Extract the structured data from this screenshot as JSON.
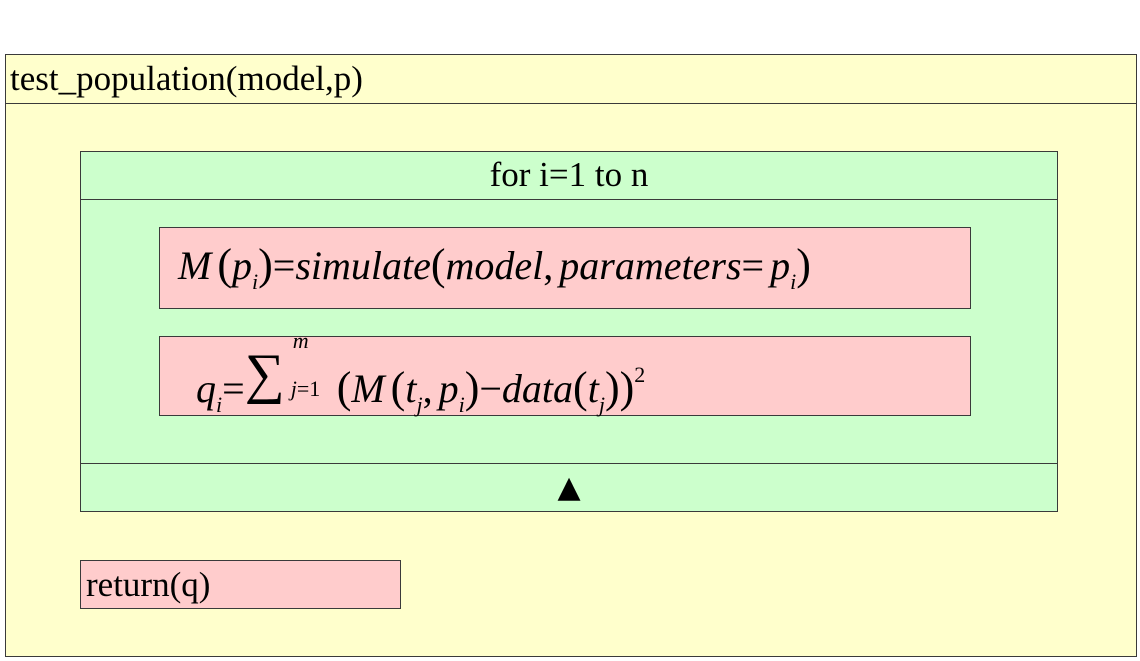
{
  "function": {
    "title": "test_population(model,p)"
  },
  "loop": {
    "header": "for i=1 to n",
    "back_marker": "▲"
  },
  "statements": {
    "simulate": {
      "lhs_var": "M",
      "lhs_arg": "p",
      "lhs_arg_sub": "i",
      "eq": "=",
      "func": "simulate",
      "arg1": "model",
      "comma": ",",
      "arg2": "parameters",
      "arg2_eq": "=",
      "arg2_val": "p",
      "arg2_val_sub": "i"
    },
    "error": {
      "lhs_var": "q",
      "lhs_sub": "i",
      "eq": "=",
      "sigma": "∑",
      "sum_upper": "m",
      "sum_lower_var": "j",
      "sum_lower_eq": "=",
      "sum_lower_val": "1",
      "model_var": "M",
      "t_var": "t",
      "t_sub": "j",
      "comma": ",",
      "p_var": "p",
      "p_sub": "i",
      "minus": "−",
      "data_func": "data",
      "data_t": "t",
      "data_t_sub": "j",
      "power": "2"
    }
  },
  "return": {
    "text": "return(q)"
  }
}
